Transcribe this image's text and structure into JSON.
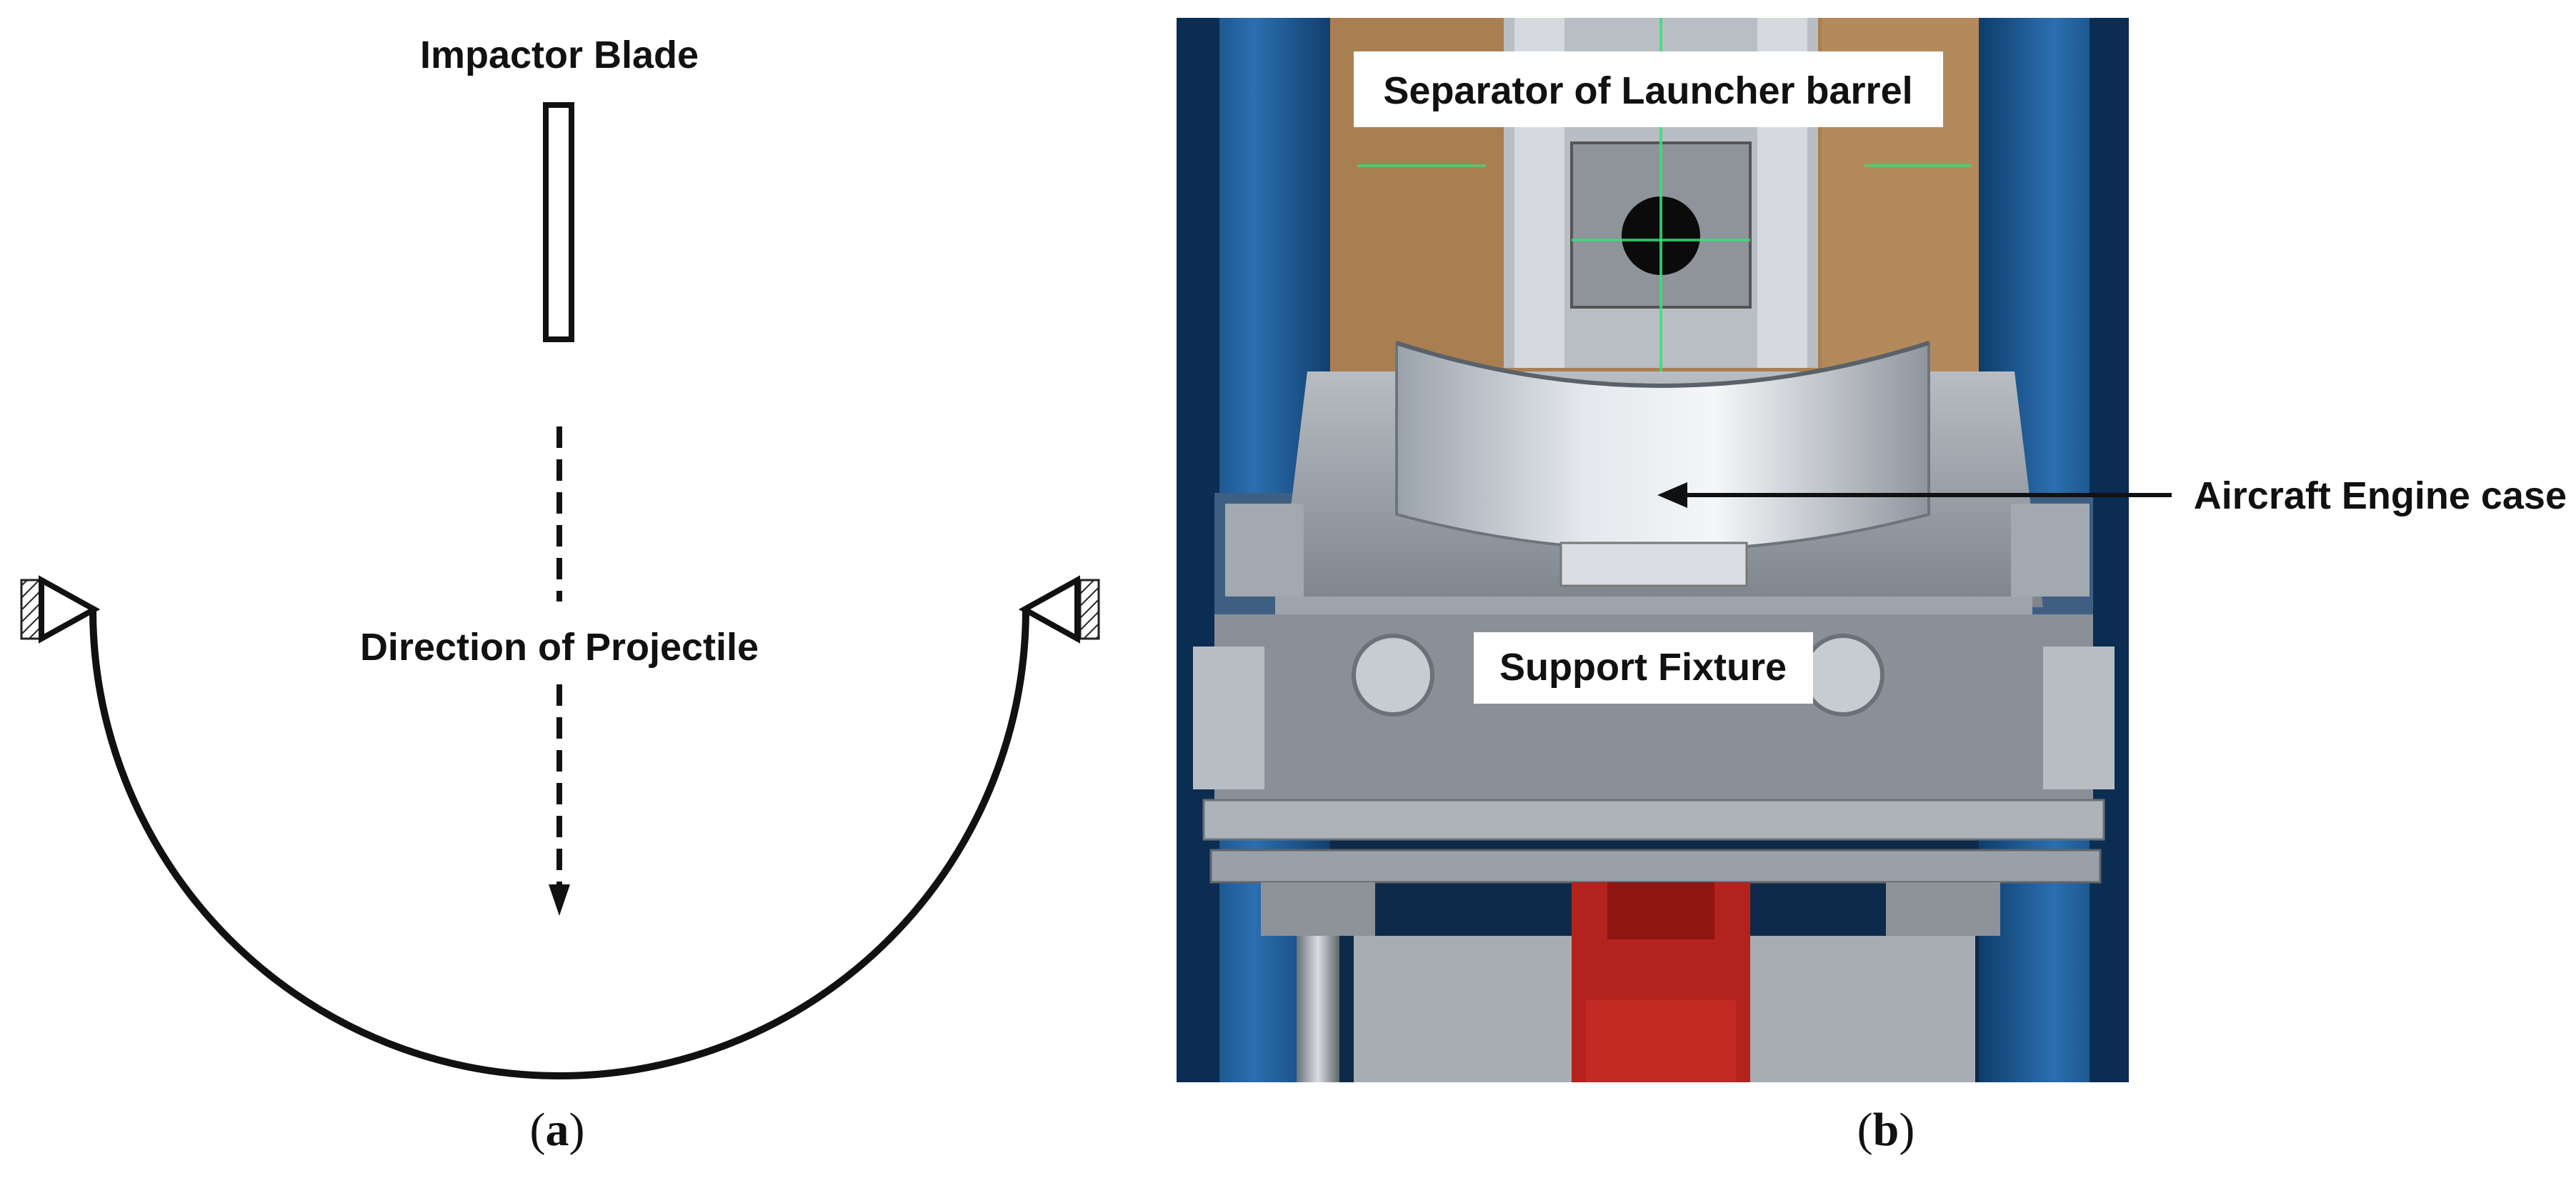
{
  "panel_a": {
    "impactor_label": "Impactor Blade",
    "direction_label": "Direction of Projectile",
    "caption_open": "(",
    "caption_letter": "a",
    "caption_close": ")"
  },
  "panel_b": {
    "separator_label": "Separator of Launcher barrel",
    "engine_case_label": "Aircraft Engine case",
    "support_label": "Support Fixture",
    "caption_open": "(",
    "caption_letter": "b",
    "caption_close": ")"
  },
  "colors": {
    "ink": "#111111",
    "frame_blue": "#1f5d96",
    "cardboard": "#a87e52",
    "aluminum": "#c9cdd2",
    "jack_red": "#b3231d",
    "laser_green": "#36e27a"
  }
}
